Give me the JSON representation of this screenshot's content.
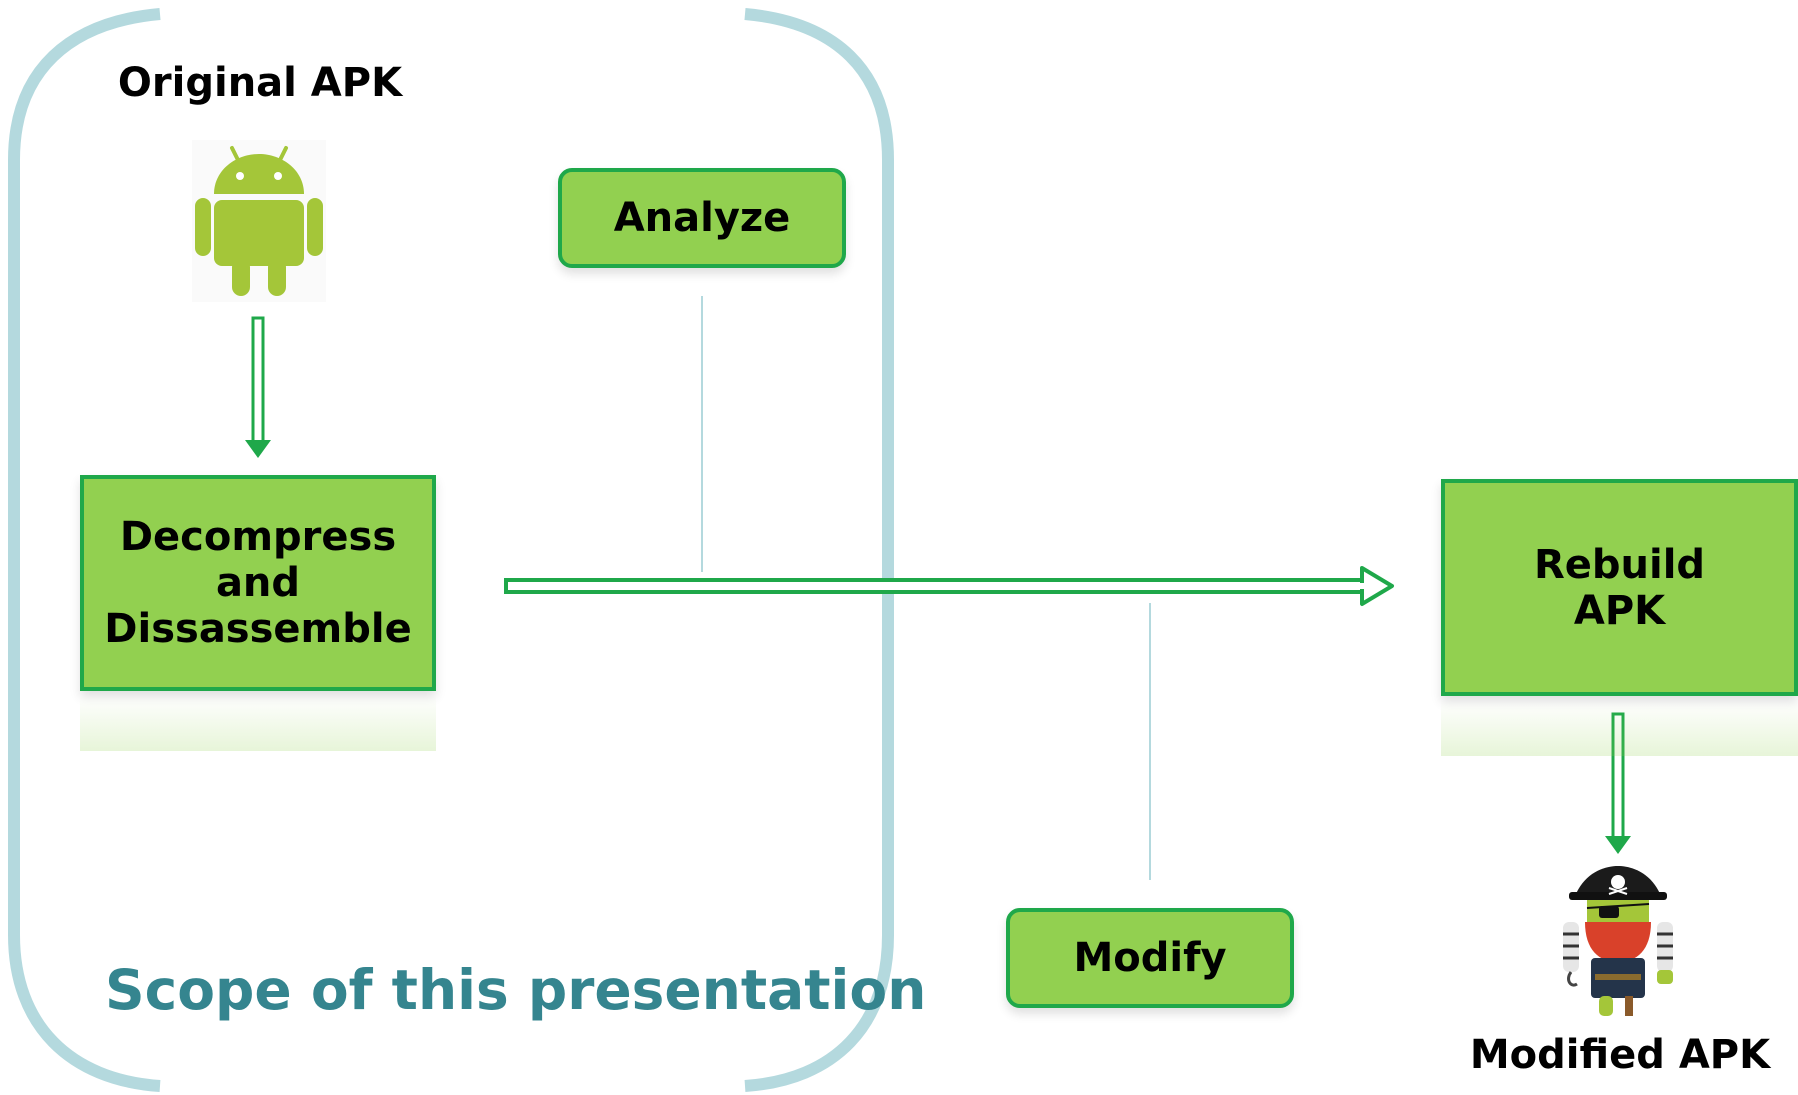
{
  "labels": {
    "original_apk": "Original APK",
    "modified_apk": "Modified APK",
    "scope": "Scope of this presentation"
  },
  "steps": {
    "decompress": [
      "Decompress",
      "and",
      "Dissassemble"
    ],
    "analyze": "Analyze",
    "modify": "Modify",
    "rebuild": [
      "Rebuild",
      "APK"
    ]
  },
  "icons": {
    "original": "android-robot-icon",
    "modified": "pirate-android-icon"
  },
  "colors": {
    "box_fill": "#92d050",
    "box_border": "#1fa84a",
    "arrow": "#1fa84a",
    "scope_bracket": "#b4d9de",
    "scope_text": "#35858f",
    "android_green": "#a4c639"
  }
}
